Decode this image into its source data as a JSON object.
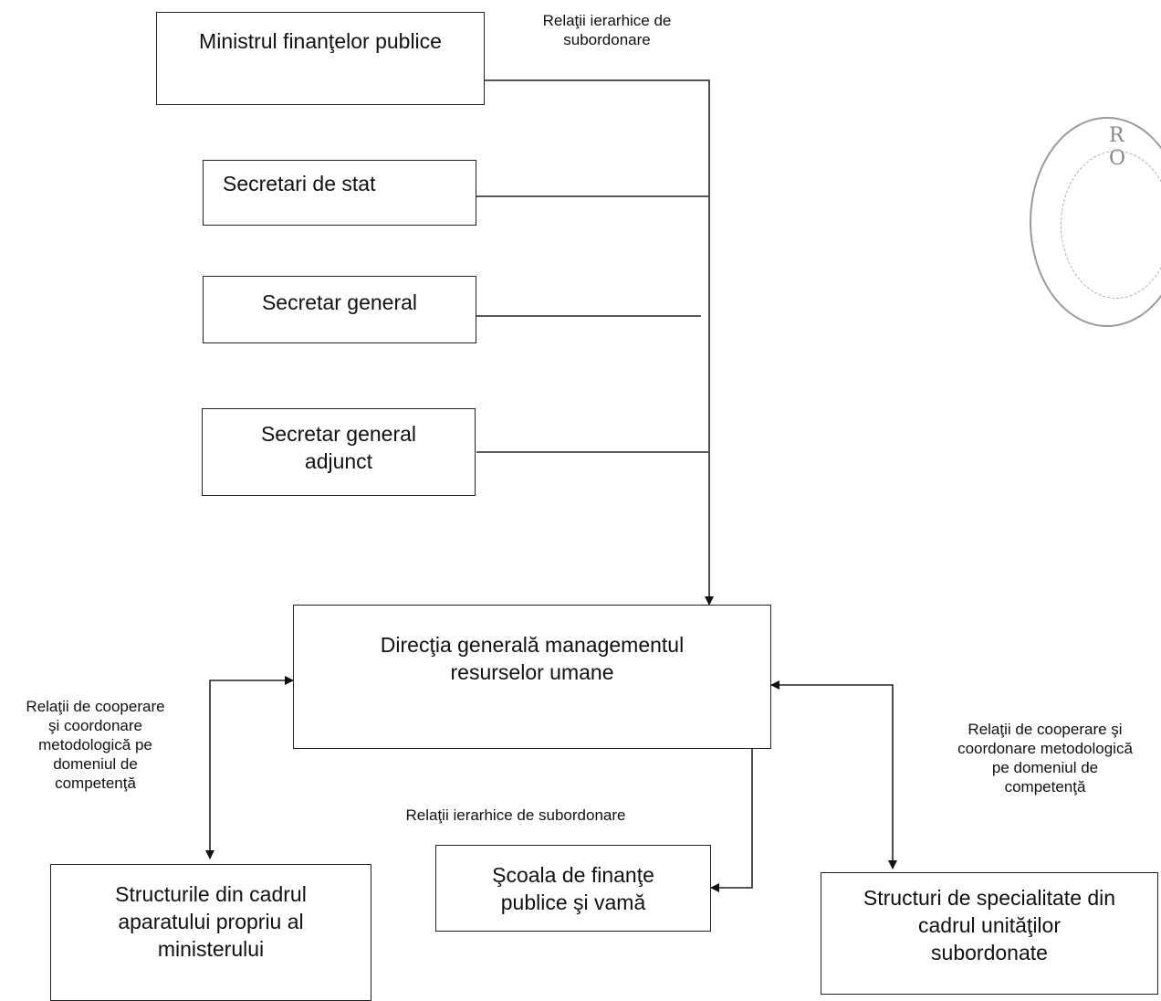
{
  "boxes": {
    "ministru": "Ministrul finanţelor publice",
    "secretari_stat": "Secretari de stat",
    "secretar_general": "Secretar general",
    "secretar_adjunct": [
      "Secretar general",
      "adjunct"
    ],
    "directia": [
      "Direcţia generală managementul",
      "resurselor umane"
    ],
    "structurile": [
      "Structurile din cadrul",
      "aparatului propriu al",
      "ministerului"
    ],
    "scoala": [
      "Şcoala de finanţe",
      "publice şi vamă"
    ],
    "structuri_spec": [
      "Structuri de specialitate din",
      "cadrul unităţilor",
      "subordonate"
    ]
  },
  "labels": {
    "top": [
      "Relaţii ierarhice de",
      "subordonare"
    ],
    "bottom": "Relaţii ierarhice de subordonare",
    "left": [
      "Relaţii de cooperare",
      "şi coordonare",
      "metodologică pe",
      "domeniul de",
      "competenţă"
    ],
    "right": [
      "Relaţii de cooperare şi",
      "coordonare metodologică",
      "pe domeniul de",
      "competenţă"
    ]
  },
  "stamp": {
    "letters": "R O"
  }
}
